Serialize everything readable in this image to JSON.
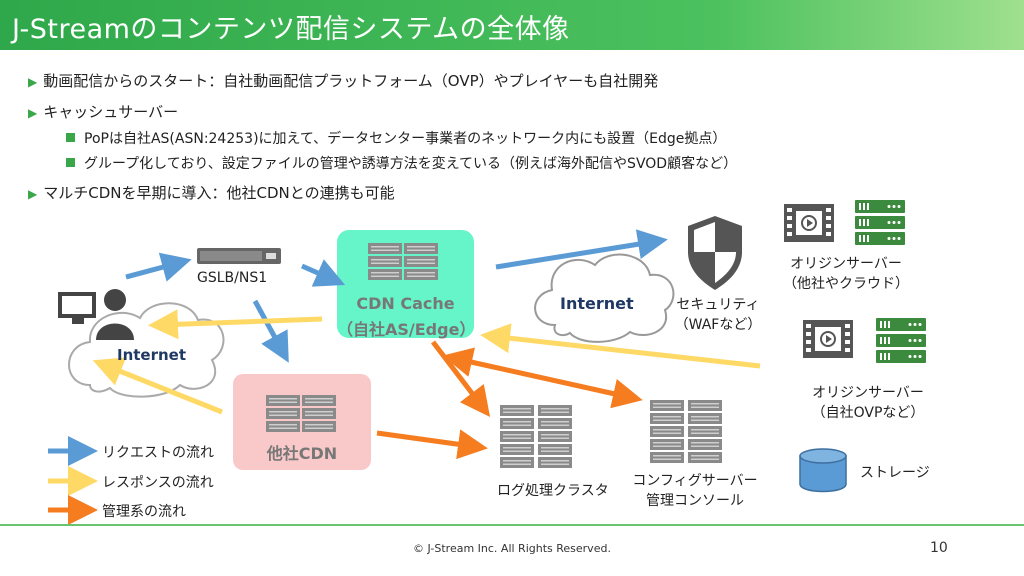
{
  "title": "J-Streamのコンテンツ配信システムの全体像",
  "bullets": {
    "b1": "動画配信からのスタート：自社動画配信プラットフォーム（OVP）やプレイヤーも自社開発",
    "b2": "キャッシュサーバー",
    "b2a": "PoPは自社AS(ASN:24253)に加えて、データセンター事業者のネットワーク内にも設置（Edge拠点）",
    "b2b": "グループ化しており、設定ファイルの管理や誘導方法を変えている（例えば海外配信やSVOD顧客など）",
    "b3": "マルチCDNを早期に導入：他社CDNとの連携も可能"
  },
  "diagram": {
    "gslb": "GSLB/NS1",
    "cdn_cache_1": "CDN Cache",
    "cdn_cache_2": "（自社AS/Edge）",
    "internet_left": "Internet",
    "internet_mid": "Internet",
    "security_1": "セキュリティ",
    "security_2": "（WAFなど）",
    "origin1_1": "オリジンサーバー",
    "origin1_2": "（他社やクラウド）",
    "origin2_1": "オリジンサーバー",
    "origin2_2": "（自社OVPなど）",
    "other_cdn": "他社CDN",
    "log_cluster": "ログ処理クラスタ",
    "config_1": "コンフィグサーバー",
    "config_2": "管理コンソール",
    "storage": "ストレージ"
  },
  "legend": {
    "request": "リクエストの流れ",
    "response": "レスポンスの流れ",
    "management": "管理系の流れ"
  },
  "colors": {
    "request": "#5b9bd5",
    "response": "#ffd966",
    "management": "#f57c1f",
    "cdn_box": "#66f5c8",
    "other_cdn_box": "#f9c9c9",
    "accent": "#3aa64a"
  },
  "footer": {
    "copyright": "© J-Stream Inc. All Rights Reserved.",
    "page": "10"
  }
}
